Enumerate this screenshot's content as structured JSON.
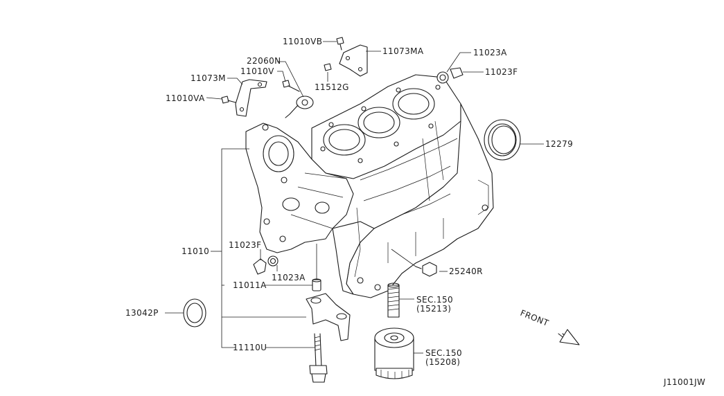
{
  "labels": {
    "p11010VB": "11010VB",
    "p11073MA": "11073MA",
    "p22060N": "22060N",
    "p11010V": "11010V",
    "p11073M": "11073M",
    "p11512G": "11512G",
    "p11010VA": "11010VA",
    "p11023A_top": "11023A",
    "p11023F_top": "11023F",
    "p12279": "12279",
    "p11010": "11010",
    "p11023F_mid": "11023F",
    "p11023A_mid": "11023A",
    "p11011A": "11011A",
    "p13042P": "13042P",
    "p11110U": "11110U",
    "p25240R": "25240R",
    "sec150_a": "SEC.150",
    "sec150_a_ref": "(15213)",
    "sec150_b": "SEC.150",
    "sec150_b_ref": "(15208)",
    "front": "FRONT",
    "diagram_code": "J11001JW"
  }
}
